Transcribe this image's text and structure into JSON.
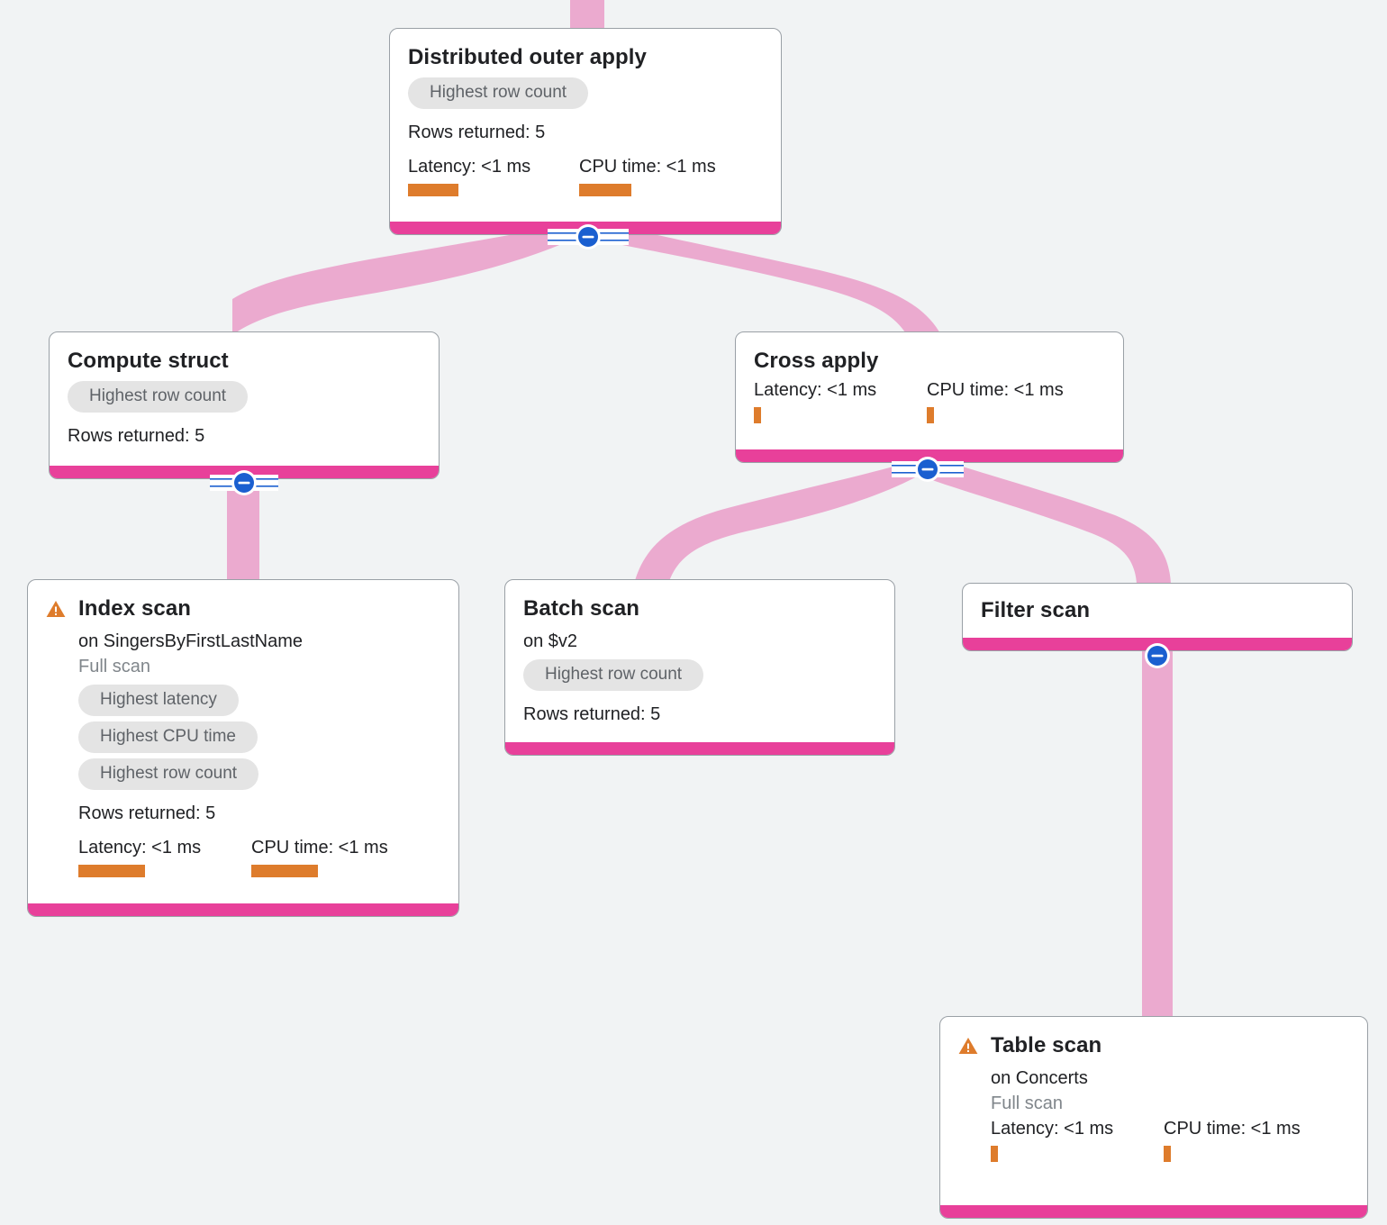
{
  "canvas": {
    "background": "#F1F3F4",
    "edge_color": "#EBAACF",
    "accent_color": "#E8409A",
    "warning_color": "#DE7C2C",
    "metric_bar_color": "#DE7C2C",
    "badge_bg": "#E4E4E4",
    "badge_text": "#5F6368",
    "toggle_color": "#1A5FD0"
  },
  "labels": {
    "rows_prefix": "Rows returned:",
    "latency_prefix": "Latency:",
    "cpu_prefix": "CPU time:",
    "full_scan": "Full scan",
    "toggle_icon": "minus-circle-icon",
    "warning_icon": "warning-triangle-icon"
  },
  "nodes": [
    {
      "id": "distributed-outer-apply",
      "title": "Distributed outer apply",
      "warning": false,
      "subtitle": null,
      "scan_note": null,
      "badges": [
        "Highest row count"
      ],
      "rows_returned": "Rows returned: 5",
      "latency_label": "Latency: <1 ms",
      "cpu_label": "CPU time: <1 ms",
      "latency_bar_width": 56,
      "cpu_bar_width": 58,
      "has_toggle": true
    },
    {
      "id": "compute-struct",
      "title": "Compute struct",
      "warning": false,
      "subtitle": null,
      "scan_note": null,
      "badges": [
        "Highest row count"
      ],
      "rows_returned": "Rows returned: 5",
      "latency_label": null,
      "cpu_label": null,
      "has_toggle": true
    },
    {
      "id": "cross-apply",
      "title": "Cross apply",
      "warning": false,
      "subtitle": null,
      "scan_note": null,
      "badges": [],
      "rows_returned": null,
      "latency_label": "Latency: <1 ms",
      "cpu_label": "CPU time: <1 ms",
      "latency_bar_width": 8,
      "cpu_bar_width": 8,
      "has_toggle": true
    },
    {
      "id": "index-scan",
      "title": "Index scan",
      "warning": true,
      "subtitle": "on SingersByFirstLastName",
      "scan_note": "Full scan",
      "badges": [
        "Highest latency",
        "Highest CPU time",
        "Highest row count"
      ],
      "rows_returned": "Rows returned: 5",
      "latency_label": "Latency: <1 ms",
      "cpu_label": "CPU time: <1 ms",
      "latency_bar_width": 74,
      "cpu_bar_width": 74,
      "has_toggle": false
    },
    {
      "id": "batch-scan",
      "title": "Batch scan",
      "warning": false,
      "subtitle": "on $v2",
      "scan_note": null,
      "badges": [
        "Highest row count"
      ],
      "rows_returned": "Rows returned: 5",
      "latency_label": null,
      "cpu_label": null,
      "has_toggle": false
    },
    {
      "id": "filter-scan",
      "title": "Filter scan",
      "warning": false,
      "subtitle": null,
      "scan_note": null,
      "badges": [],
      "rows_returned": null,
      "latency_label": null,
      "cpu_label": null,
      "has_toggle": true
    },
    {
      "id": "table-scan",
      "title": "Table scan",
      "warning": true,
      "subtitle": "on Concerts",
      "scan_note": "Full scan",
      "badges": [],
      "rows_returned": null,
      "latency_label": "Latency: <1 ms",
      "cpu_label": "CPU time: <1 ms",
      "latency_bar_width": 8,
      "cpu_bar_width": 8,
      "has_toggle": false
    }
  ],
  "edges": [
    {
      "from": "root-inlet",
      "to": "distributed-outer-apply"
    },
    {
      "from": "distributed-outer-apply",
      "to": "compute-struct"
    },
    {
      "from": "distributed-outer-apply",
      "to": "cross-apply"
    },
    {
      "from": "compute-struct",
      "to": "index-scan"
    },
    {
      "from": "cross-apply",
      "to": "batch-scan"
    },
    {
      "from": "cross-apply",
      "to": "filter-scan"
    },
    {
      "from": "filter-scan",
      "to": "table-scan"
    }
  ]
}
